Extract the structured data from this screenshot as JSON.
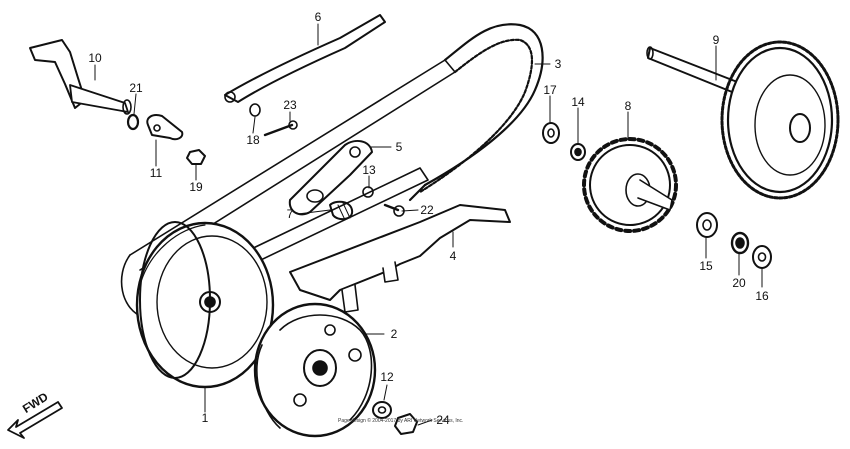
{
  "diagram": {
    "fwd_label": "FWD",
    "credit_text": "Page design © 2004-2017 by ARI Network Services, Inc.",
    "callouts": [
      "1",
      "2",
      "3",
      "4",
      "5",
      "6",
      "7",
      "8",
      "9",
      "10",
      "11",
      "12",
      "13",
      "14",
      "15",
      "16",
      "17",
      "18",
      "19",
      "20",
      "21",
      "22",
      "23",
      "24"
    ]
  }
}
